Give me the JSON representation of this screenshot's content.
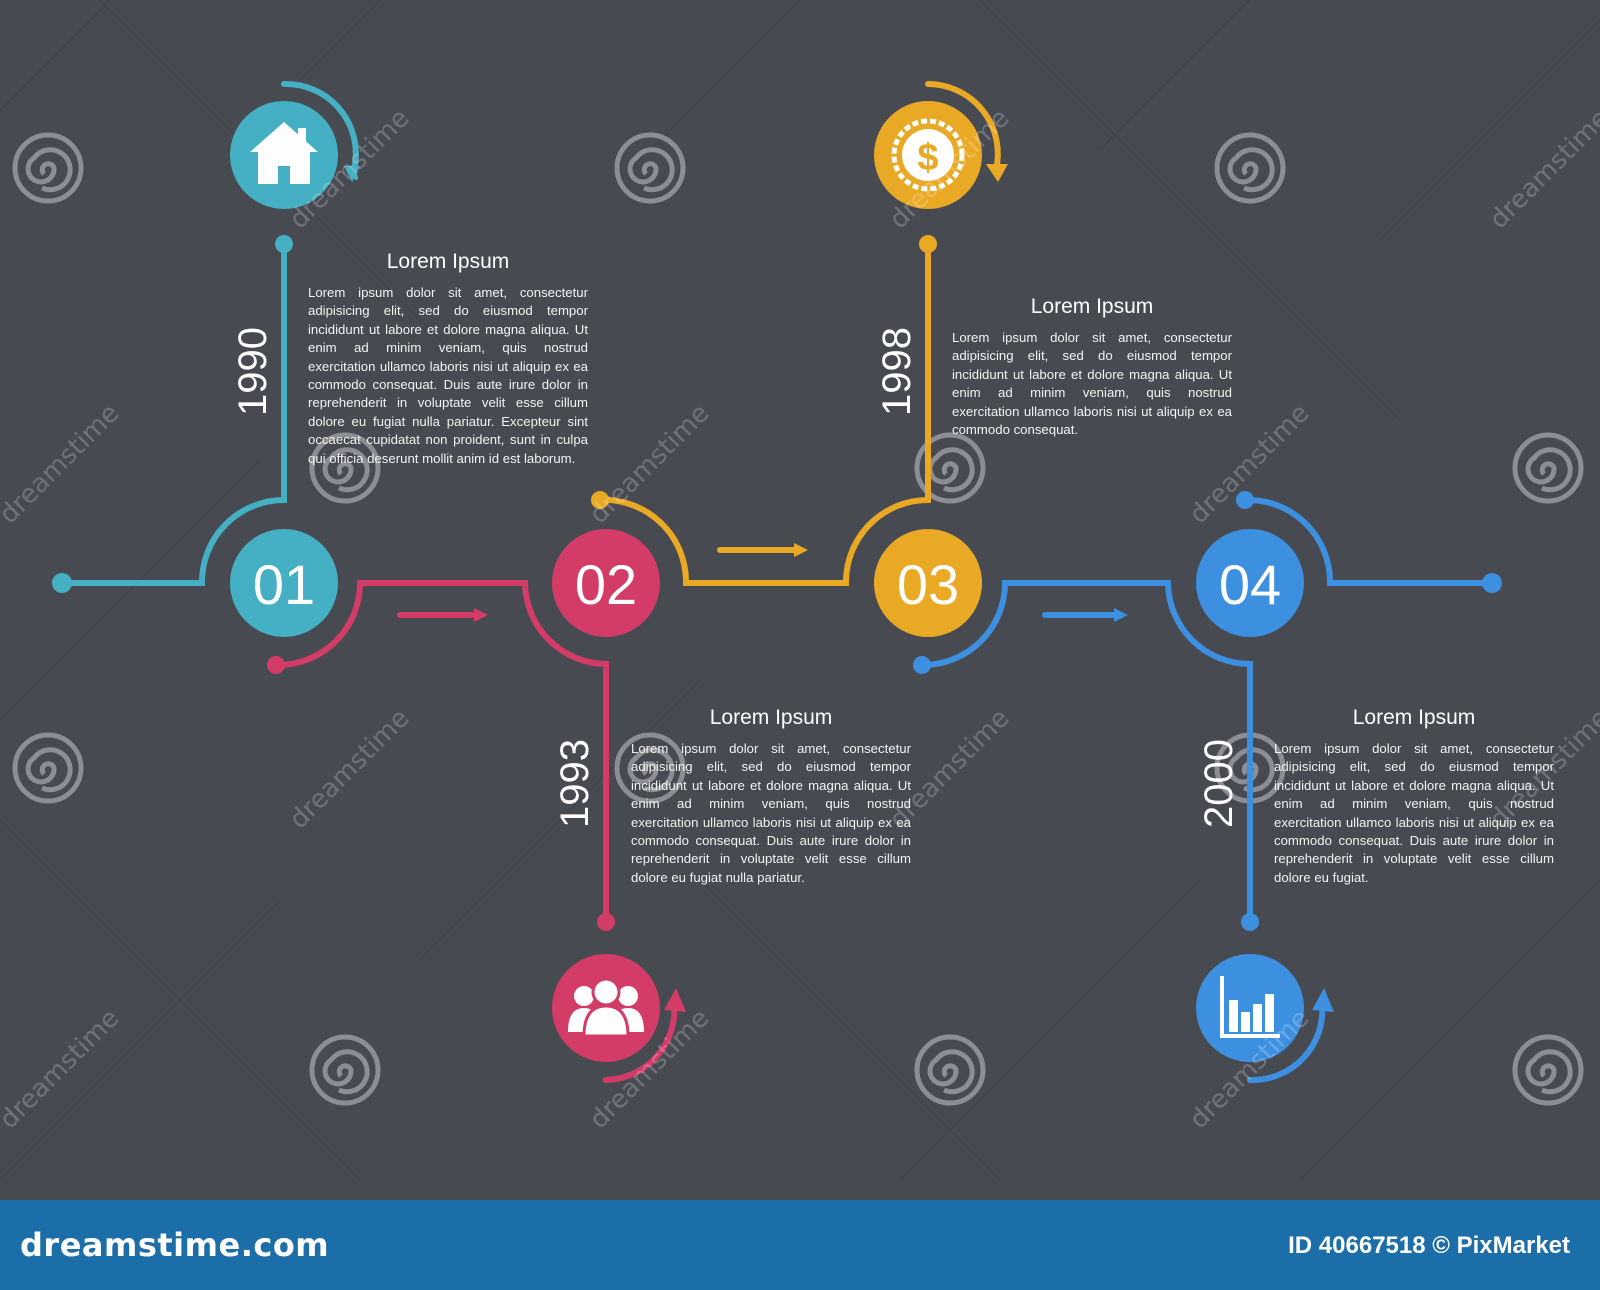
{
  "colors": {
    "background": "#484a52",
    "teal": "#45afc3",
    "crimson": "#d23c66",
    "amber": "#eaa924",
    "blue": "#3d8fe0",
    "footer": "#1b6ea8"
  },
  "steps": [
    {
      "number": "01",
      "year": "1990",
      "icon": "house-icon",
      "heading": "Lorem Ipsum",
      "body": "Lorem ipsum dolor sit amet, consectetur adipisicing elit, sed do eiusmod tempor incididunt ut labore et dolore magna aliqua. Ut enim ad minim veniam, quis nostrud exercitation ullamco laboris nisi ut aliquip ex ea commodo consequat. Duis aute irure dolor in reprehenderit in voluptate velit esse cillum dolore eu fugiat nulla pariatur. Excepteur sint occaecat cupidatat non proident, sunt in culpa qui officia deserunt mollit anim id est laborum."
    },
    {
      "number": "02",
      "year": "1993",
      "icon": "people-group-icon",
      "heading": "Lorem Ipsum",
      "body": "Lorem ipsum dolor sit amet, consectetur adipisicing elit, sed do eiusmod tempor incididunt ut labore et dolore magna aliqua. Ut enim ad minim veniam, quis nostrud exercitation ullamco laboris nisi ut aliquip ex ea commodo consequat. Duis aute irure dolor in reprehenderit in voluptate velit esse cillum dolore eu fugiat nulla pariatur."
    },
    {
      "number": "03",
      "year": "1998",
      "icon": "dollar-coin-icon",
      "heading": "Lorem Ipsum",
      "body": "Lorem ipsum dolor sit amet, consectetur adipisicing elit, sed do eiusmod tempor incididunt ut labore et dolore magna aliqua. Ut enim ad minim veniam, quis nostrud exercitation ullamco laboris nisi ut aliquip ex ea commodo consequat."
    },
    {
      "number": "04",
      "year": "2000",
      "icon": "bar-chart-icon",
      "heading": "Lorem Ipsum",
      "body": "Lorem ipsum dolor sit amet, consectetur adipisicing elit, sed do eiusmod tempor incididunt ut labore et dolore magna aliqua. Ut enim ad minim veniam, quis nostrud exercitation ullamco laboris nisi ut aliquip ex ea commodo consequat. Duis aute irure dolor in reprehenderit in voluptate velit esse cillum dolore eu fugiat."
    }
  ],
  "watermark": {
    "text": "dreamstime"
  },
  "footer": {
    "brand": "dreamstime.com",
    "photo_id": "ID 40667518 © PixMarket"
  }
}
